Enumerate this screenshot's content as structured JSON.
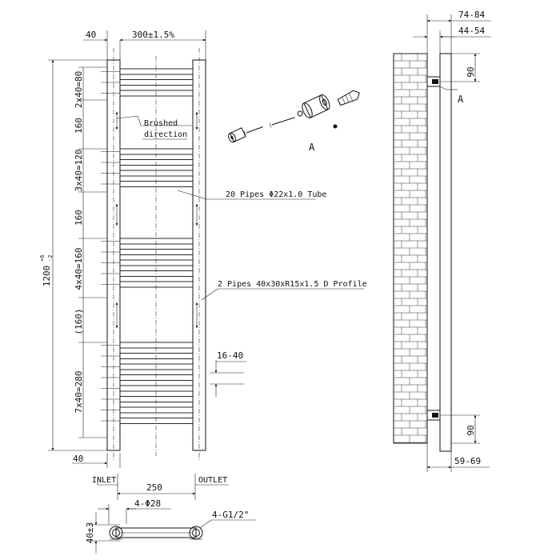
{
  "front_view": {
    "width_dim": "300±1.5%",
    "top_offset_dim": "40",
    "height_dim_main": "1200",
    "height_dim_sup": "+6",
    "height_dim_sub": "-2",
    "side_dims": [
      "2x40=80",
      "160",
      "3x40=120",
      "160",
      "4x40=160",
      "(160)",
      "7x40=280"
    ],
    "bottom_offset_dim": "40",
    "brushed_label_1": "Brushed",
    "brushed_label_2": "direction",
    "spacing_dim": "16-40",
    "pipes_note": "20 Pipes Φ22x1.0 Tube",
    "profile_note": "2 Pipes 40x30xR15x1.5 D Profile"
  },
  "detail_a": {
    "label": "A"
  },
  "side_view": {
    "dim_outer": "74-84",
    "dim_inner": "44-54",
    "dim_top_bracket": "90",
    "dim_bottom_bracket": "90",
    "dim_bottom": "59-69",
    "bracket_label": "A"
  },
  "bottom_view": {
    "inlet_label": "INLET",
    "outlet_label": "OUTLET",
    "center_dim": "250",
    "tube_dim": "4-Φ28",
    "thread_dim": "4-G1/2\"",
    "depth_dim": "40±3"
  }
}
